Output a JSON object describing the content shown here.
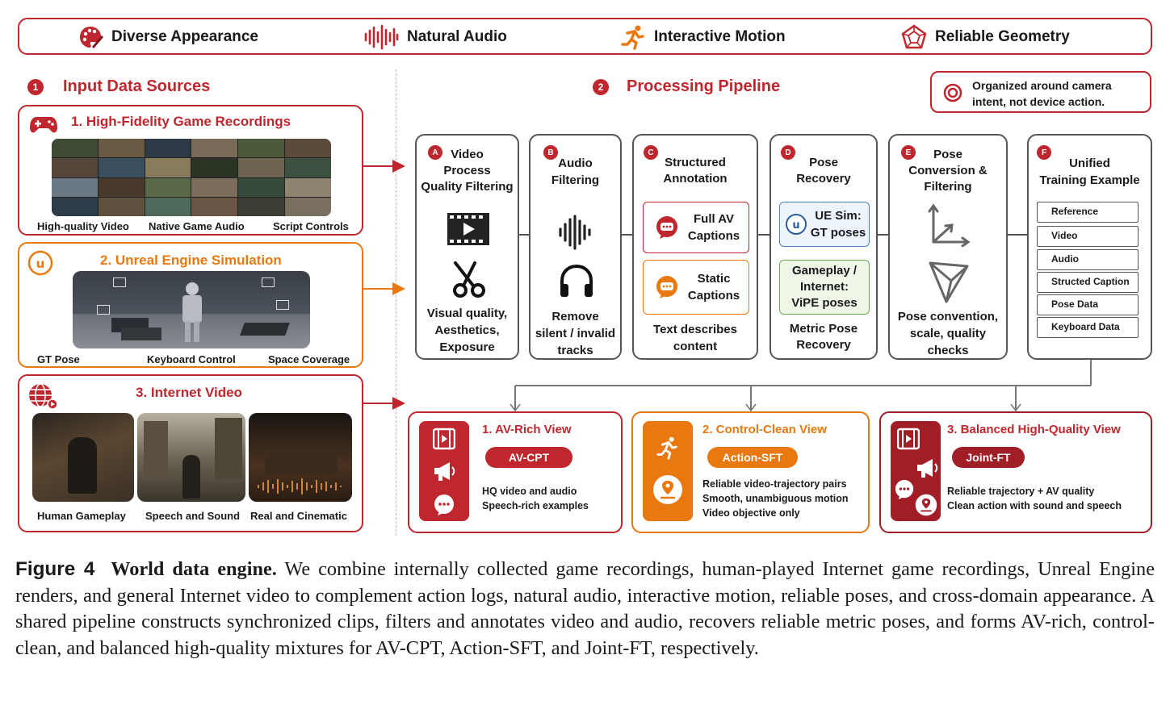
{
  "banner": {
    "items": [
      {
        "label": "Diverse Appearance",
        "icon": "palette-icon"
      },
      {
        "label": "Natural Audio",
        "icon": "waveform-icon"
      },
      {
        "label": "Interactive Motion",
        "icon": "running-figure-icon"
      },
      {
        "label": "Reliable Geometry",
        "icon": "polyhedron-icon"
      }
    ]
  },
  "sections": {
    "input": {
      "num": "1",
      "title": "Input Data Sources"
    },
    "pipeline": {
      "num": "2",
      "title": "Processing Pipeline"
    }
  },
  "note": "Organized around camera intent, not device action.",
  "sources": [
    {
      "title": "1. High-Fidelity Game Recordings",
      "icon": "gamepad-icon",
      "captions": [
        "High-quality Video",
        "Native Game Audio",
        "Script Controls"
      ]
    },
    {
      "title": "2. Unreal Engine Simulation",
      "icon": "unreal-engine-icon",
      "captions": [
        "GT Pose",
        "Keyboard Control",
        "Space Coverage"
      ]
    },
    {
      "title": "3. Internet Video",
      "icon": "globe-icon",
      "captions": [
        "Human Gameplay",
        "Speech and Sound",
        "Real and Cinematic"
      ]
    }
  ],
  "stages": [
    {
      "letter": "A",
      "title_lines": [
        "Video",
        "Process",
        "Quality Filtering"
      ],
      "bottom_lines": [
        "Visual quality,",
        "Aesthetics,",
        "Exposure"
      ]
    },
    {
      "letter": "B",
      "title_lines": [
        "Audio",
        "Filtering"
      ],
      "bottom_lines": [
        "Remove",
        "silent / invalid",
        "tracks"
      ]
    },
    {
      "letter": "C",
      "title_lines": [
        "Structured",
        "Annotation"
      ],
      "inner": [
        [
          "Full AV",
          "Captions"
        ],
        [
          "Static",
          "Captions"
        ]
      ],
      "bottom_lines": [
        "Text describes",
        "content"
      ]
    },
    {
      "letter": "D",
      "title_lines": [
        "Pose",
        "Recovery"
      ],
      "inner": [
        [
          "UE Sim:",
          "GT poses"
        ],
        [
          "Gameplay /",
          "Internet:",
          "ViPE poses"
        ]
      ],
      "bottom_lines": [
        "Metric Pose",
        "Recovery"
      ]
    },
    {
      "letter": "E",
      "title_lines": [
        "Pose",
        "Conversion &",
        "Filtering"
      ],
      "bottom_lines": [
        "Pose convention,",
        "scale, quality",
        "checks"
      ]
    },
    {
      "letter": "F",
      "title_lines": [
        "Unified",
        "Training Example"
      ],
      "list": [
        "Reference",
        "Video",
        "Audio",
        "Structed Caption",
        "Pose Data",
        "Keyboard Data"
      ]
    }
  ],
  "views": [
    {
      "title": "1. AV-Rich View",
      "pill": "AV-CPT",
      "lines": [
        "HQ video and audio",
        "Speech-rich examples"
      ]
    },
    {
      "title": "2. Control-Clean View",
      "pill": "Action-SFT",
      "lines": [
        "Reliable video-trajectory pairs",
        "Smooth, unambiguous motion",
        "Video objective only"
      ]
    },
    {
      "title": "3. Balanced High-Quality View",
      "pill": "Joint-FT",
      "lines": [
        "Reliable trajectory + AV quality",
        "Clean action with sound and speech"
      ]
    }
  ],
  "caption": {
    "fig_label": "Figure 4",
    "fig_title": "World data engine.",
    "text": "We combine internally collected game recordings, human-played Internet game recordings, Unreal Engine renders, and general Internet video to complement action logs, natural audio, interactive motion, reliable poses, and cross-domain appearance. A shared pipeline constructs synchronized clips, filters and annotates video and audio, recovers reliable metric poses, and forms AV-rich, control-clean, and balanced high-quality mixtures for AV-CPT, Action-SFT, and Joint-FT, respectively."
  },
  "colors": {
    "red": "#c0262d",
    "orange": "#e8780f",
    "gray": "#555555"
  }
}
